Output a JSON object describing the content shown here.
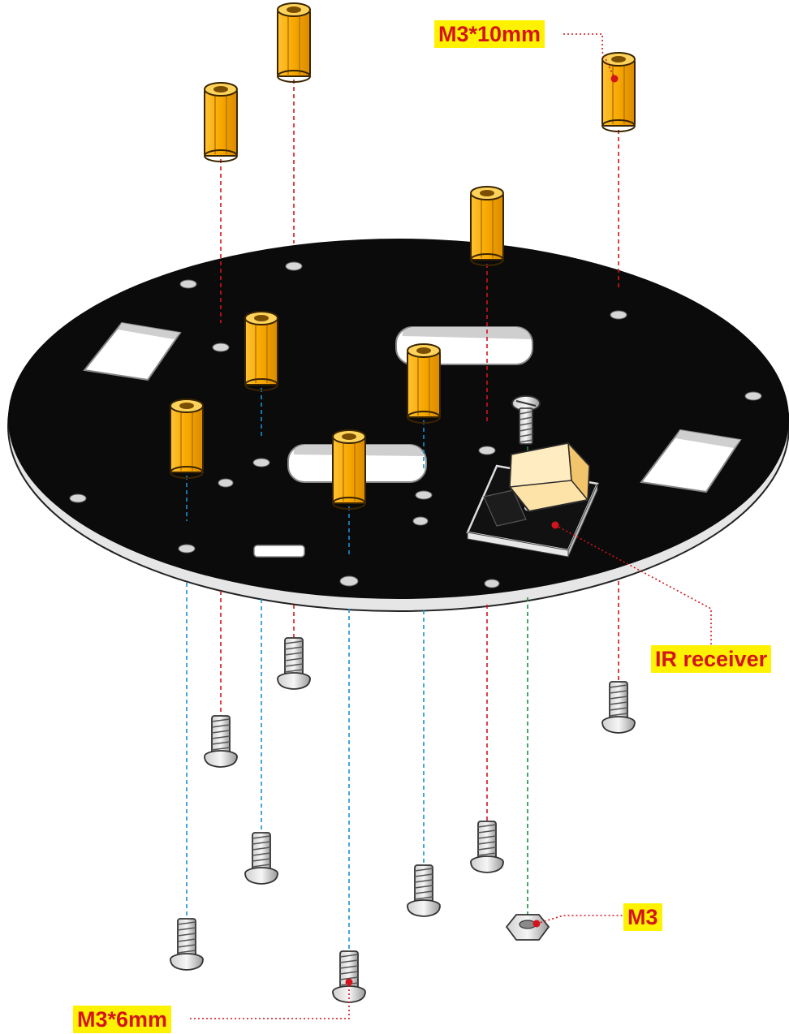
{
  "labels": {
    "standoff": "M3*10mm",
    "ir_receiver": "IR receiver",
    "nut": "M3",
    "screw": "M3*6mm"
  },
  "colors": {
    "plate": "#0b0b0b",
    "plate_edge": "#f2f2f2",
    "standoff": "#f7a800",
    "label_bg": "#fff200",
    "label_text": "#d4141c",
    "guide_red": "#d4141c",
    "guide_blue": "#1a8fd6",
    "guide_green": "#1e8f3a"
  },
  "icons": [
    "hex-standoff-icon",
    "screw-icon",
    "hex-nut-icon",
    "ir-receiver-icon"
  ]
}
